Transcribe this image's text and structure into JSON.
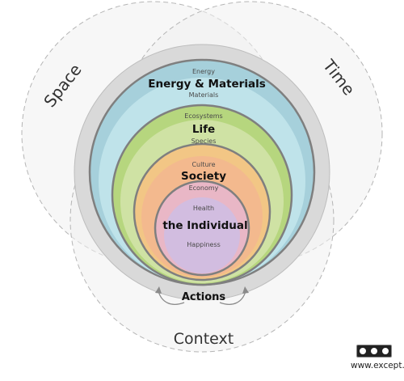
{
  "context": {
    "space": "Space",
    "time": "Time",
    "context": "Context"
  },
  "actions": "Actions",
  "layers": {
    "energy_materials": {
      "top": "Energy",
      "title": "Energy & Materials",
      "bottom": "Materials"
    },
    "life": {
      "top": "Ecosystems",
      "title": "Life",
      "bottom": "Species"
    },
    "society": {
      "top": "Culture",
      "title": "Society",
      "bottom": "Economy"
    },
    "individual": {
      "top": "Health",
      "title": "the Individual",
      "bottom": "Happiness"
    }
  },
  "footer": {
    "website": "www.except.nl",
    "license_badge": "cc by sa"
  },
  "colors": {
    "energy": "#b4dde6",
    "life": "#c6de94",
    "society": "#f4d39a",
    "individual": "#d7c0e0"
  }
}
